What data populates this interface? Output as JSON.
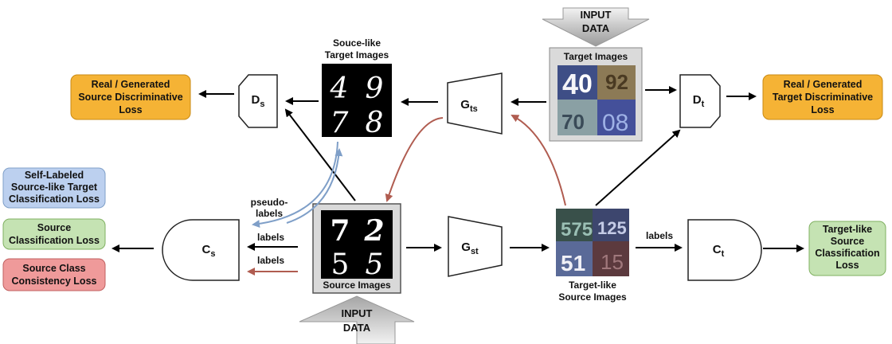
{
  "input_data": {
    "top": [
      "INPUT",
      "DATA"
    ],
    "bottom": [
      "INPUT",
      "DATA"
    ]
  },
  "images": {
    "target_images": "Target Images",
    "source_like_target": [
      "Souce-like",
      "Target Images"
    ],
    "source_images": "Source Images",
    "target_like_source": [
      "Target-like",
      "Source Images"
    ]
  },
  "digits": {
    "source_like": [
      "4",
      "9",
      "7",
      "8"
    ],
    "source": [
      "7",
      "2",
      "5",
      "5"
    ]
  },
  "nodes": {
    "g_ts": {
      "main": "G",
      "sub": "ts"
    },
    "g_st": {
      "main": "G",
      "sub": "st"
    },
    "d_s": {
      "main": "D",
      "sub": "s"
    },
    "d_t": {
      "main": "D",
      "sub": "t"
    },
    "c_s": {
      "main": "C",
      "sub": "s"
    },
    "c_t": {
      "main": "C",
      "sub": "t"
    }
  },
  "losses": {
    "source_disc": [
      "Real / Generated",
      "Source Discriminative",
      "Loss"
    ],
    "target_disc": [
      "Real / Generated",
      "Target Discriminative",
      "Loss"
    ],
    "self_labeled": [
      "Self-Labeled",
      "Source-like Target",
      "Classification Loss"
    ],
    "source_class": [
      "Source",
      "Classification Loss"
    ],
    "consistency": [
      "Source Class",
      "Consistency Loss"
    ],
    "target_like_class": [
      "Target-like",
      "Source",
      "Classification",
      "Loss"
    ]
  },
  "arrow_labels": {
    "pseudo": [
      "pseudo-",
      "labels"
    ],
    "labels_1": "labels",
    "labels_2": "labels",
    "labels_ct": "labels"
  },
  "colors": {
    "orange": "#f5b335",
    "blue": "#bcd0ef",
    "green": "#c5e3b3",
    "red": "#ef9a9a",
    "blue_arrow": "#7f9fc8",
    "red_arrow": "#b05c50"
  }
}
